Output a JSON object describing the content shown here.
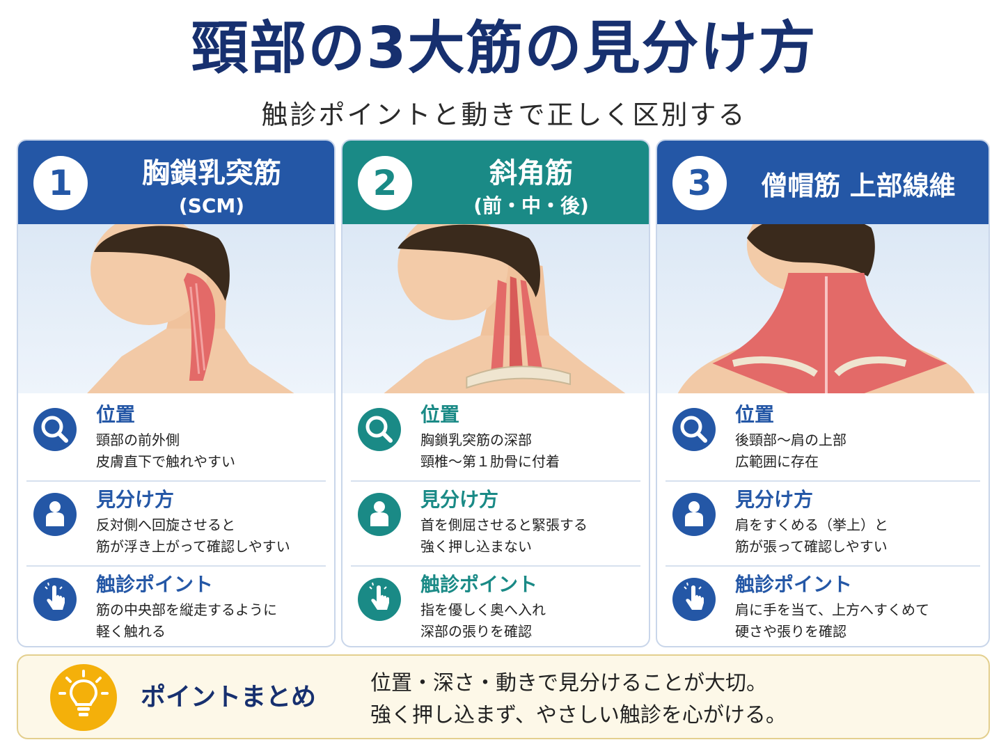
{
  "title": "頸部の3大筋の見分け方",
  "subtitle": "触診ポイントと動きで正しく区別する",
  "colors": {
    "navy": "#17306f",
    "blue": "#2457a6",
    "teal": "#1a8a86",
    "muscle": "#e36a68",
    "bulb": "#f4b00a"
  },
  "cards": [
    {
      "number": "1",
      "name": "胸鎖乳突筋",
      "subname": "(SCM)",
      "accent": "#2457a6",
      "rows": [
        {
          "icon": "magnifier-icon",
          "title": "位置",
          "line1": "頸部の前外側",
          "line2": "皮膚直下で触れやすい"
        },
        {
          "icon": "person-icon",
          "title": "見分け方",
          "line1": "反対側へ回旋させると",
          "line2": "筋が浮き上がって確認しやすい"
        },
        {
          "icon": "pointing-hand-icon",
          "title": "触診ポイント",
          "line1": "筋の中央部を縦走するように",
          "line2": "軽く触れる"
        }
      ]
    },
    {
      "number": "2",
      "name": "斜角筋",
      "subname": "(前・中・後)",
      "accent": "#1a8a86",
      "rows": [
        {
          "icon": "magnifier-icon",
          "title": "位置",
          "line1": "胸鎖乳突筋の深部",
          "line2": "頸椎〜第１肋骨に付着"
        },
        {
          "icon": "person-icon",
          "title": "見分け方",
          "line1": "首を側屈させると緊張する",
          "line2": "強く押し込まない"
        },
        {
          "icon": "pointing-hand-icon",
          "title": "触診ポイント",
          "line1": "指を優しく奥へ入れ",
          "line2": "深部の張りを確認"
        }
      ]
    },
    {
      "number": "3",
      "name": "僧帽筋 上部線維",
      "subname": "",
      "accent": "#2457a6",
      "rows": [
        {
          "icon": "magnifier-icon",
          "title": "位置",
          "line1": "後頸部〜肩の上部",
          "line2": "広範囲に存在"
        },
        {
          "icon": "person-icon",
          "title": "見分け方",
          "line1": "肩をすくめる（挙上）と",
          "line2": "筋が張って確認しやすい"
        },
        {
          "icon": "pointing-hand-icon",
          "title": "触診ポイント",
          "line1": "肩に手を当て、上方へすくめて",
          "line2": "硬さや張りを確認"
        }
      ]
    }
  ],
  "summary": {
    "icon": "lightbulb-icon",
    "title": "ポイントまとめ",
    "line1": "位置・深さ・動きで見分けることが大切。",
    "line2": "強く押し込まず、やさしい触診を心がける。"
  }
}
